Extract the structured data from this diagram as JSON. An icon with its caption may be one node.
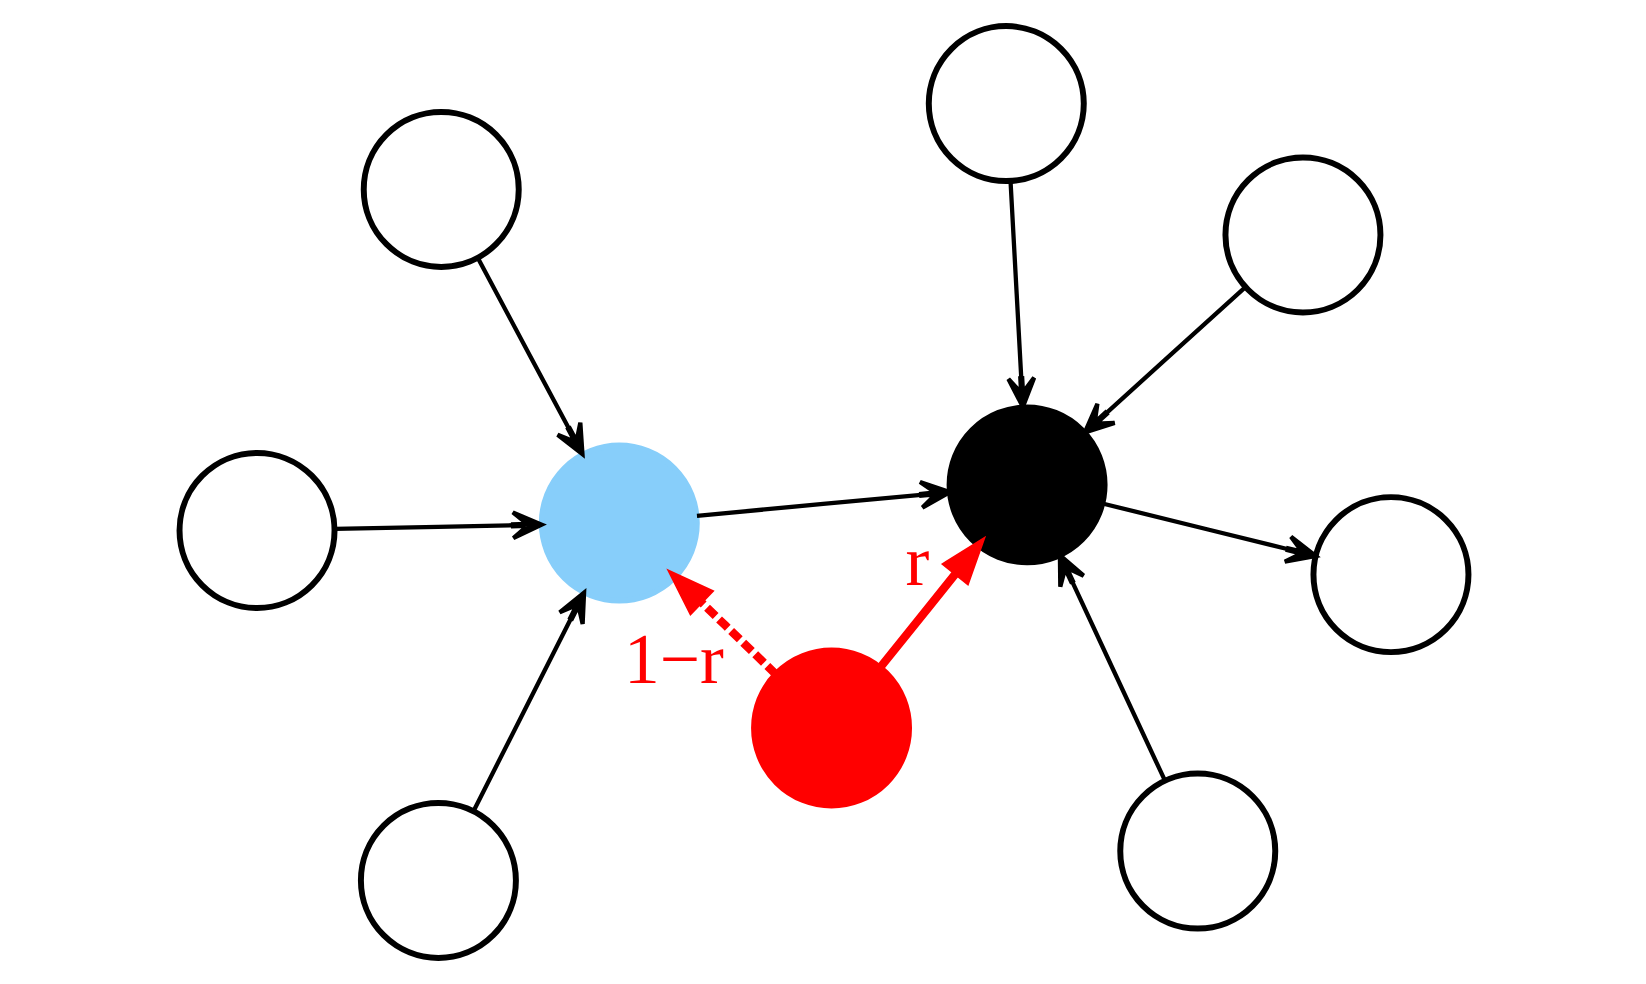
{
  "diagram": {
    "nodes": [
      {
        "text": [],
        "shape": "circle"
      },
      {
        "text": [],
        "shape": "circle"
      },
      {
        "text": [],
        "shape": "circle"
      },
      {
        "text": [],
        "shape": "circle"
      },
      {
        "text": [],
        "shape": "circle"
      },
      {
        "text": [],
        "shape": "circle"
      },
      {
        "text": [],
        "shape": "circle"
      },
      {
        "text": [],
        "shape": "circle"
      },
      {
        "text": [],
        "shape": "circle"
      },
      {
        "text": [],
        "shape": "circle"
      }
    ],
    "edges": [
      {
        "from": 0,
        "to": 4,
        "arrow": "to"
      },
      {
        "from": 1,
        "to": 4,
        "arrow": "to"
      },
      {
        "from": 2,
        "to": 4,
        "arrow": "to"
      },
      {
        "from": 4,
        "to": 7,
        "arrow": "to"
      },
      {
        "from": 5,
        "to": 4,
        "arrow": "to"
      },
      {
        "from": 3,
        "to": 5,
        "arrow": "to"
      },
      {
        "from": 6,
        "to": 5,
        "arrow": "to"
      },
      {
        "from": 8,
        "to": 5,
        "arrow": "to"
      },
      {
        "from": 9,
        "to": 4,
        "arrow": "to",
        "label": "r",
        "style": "thick",
        "color": "#ff0000"
      },
      {
        "from": 9,
        "to": 5,
        "arrow": "to",
        "label": "1−r",
        "style": "dashed",
        "color": "#ff0000"
      }
    ]
  }
}
